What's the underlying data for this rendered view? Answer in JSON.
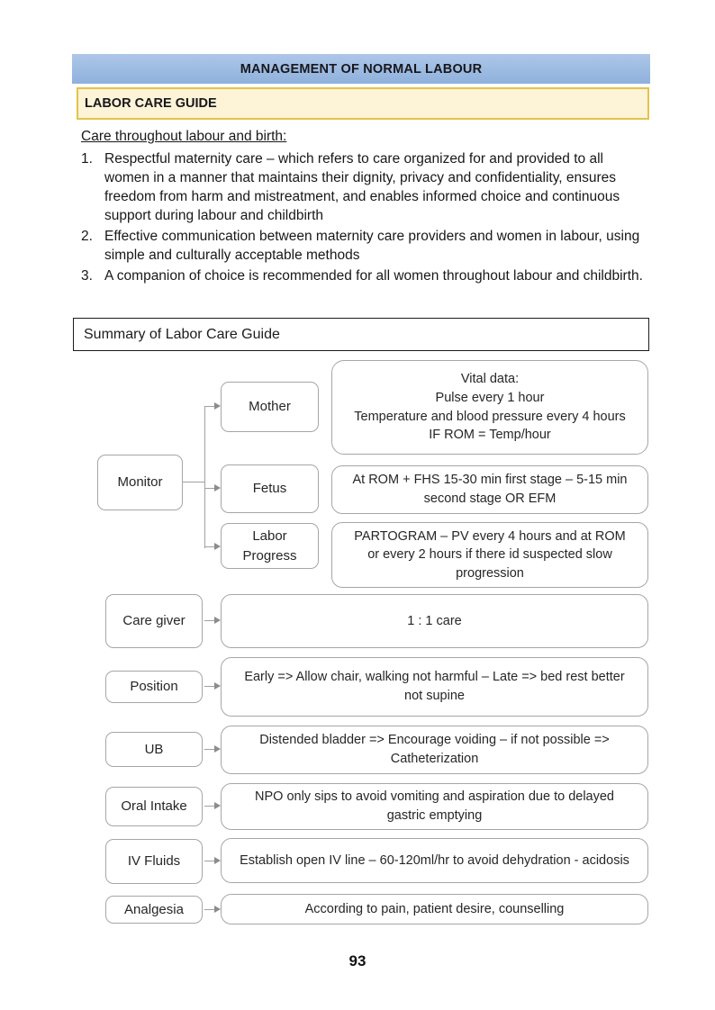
{
  "header": {
    "title": "MANAGEMENT OF NORMAL LABOUR",
    "section": "LABOR CARE GUIDE"
  },
  "care": {
    "heading": "Care throughout labour and birth:",
    "items": [
      {
        "number": "1.",
        "text": "Respectful maternity care – which refers to care organized for and provided to all women in a manner that maintains their dignity, privacy and confidentiality, ensures freedom from harm and mistreatment, and enables informed choice and continuous support during labour and childbirth"
      },
      {
        "number": "2.",
        "text": "Effective communication between maternity care providers and women in labour, using simple and culturally acceptable methods"
      },
      {
        "number": "3.",
        "text": "A companion of choice is recommended for all women throughout labour and childbirth."
      }
    ]
  },
  "summary": {
    "title": "Summary of Labor Care Guide"
  },
  "diagram": {
    "monitor": {
      "label": "Monitor",
      "branches": [
        {
          "label": "Mother",
          "detail": "Vital data:\nPulse every 1 hour\nTemperature and blood pressure every 4 hours\nIF ROM = Temp/hour"
        },
        {
          "label": "Fetus",
          "detail": "At ROM + FHS 15-30 min first stage – 5-15 min second stage OR EFM"
        },
        {
          "label": "Labor Progress",
          "detail": "PARTOGRAM – PV every 4 hours and at ROM or every 2 hours if there id suspected slow progression"
        }
      ]
    },
    "rows": [
      {
        "label": "Care giver",
        "detail": "1 : 1 care"
      },
      {
        "label": "Position",
        "detail": "Early => Allow chair, walking not harmful – Late => bed rest better not supine"
      },
      {
        "label": "UB",
        "detail": "Distended bladder => Encourage voiding – if not possible => Catheterization"
      },
      {
        "label": "Oral Intake",
        "detail": "NPO only sips to avoid vomiting and aspiration due to delayed gastric emptying"
      },
      {
        "label": "IV Fluids",
        "detail": "Establish open IV line – 60-120ml/hr to avoid dehydration - acidosis"
      },
      {
        "label": "Analgesia",
        "detail": "According to pain, patient desire, counselling"
      }
    ]
  },
  "footer": {
    "page_number": "93"
  },
  "colors": {
    "header_bar_top": "#adc7e8",
    "header_bar_bottom": "#8fb1dc",
    "section_bar_bg": "#fdf3d6",
    "section_bar_border": "#e3c34b",
    "diagram_box_border": "#a6a6a6",
    "connector": "#a0a0a0"
  }
}
